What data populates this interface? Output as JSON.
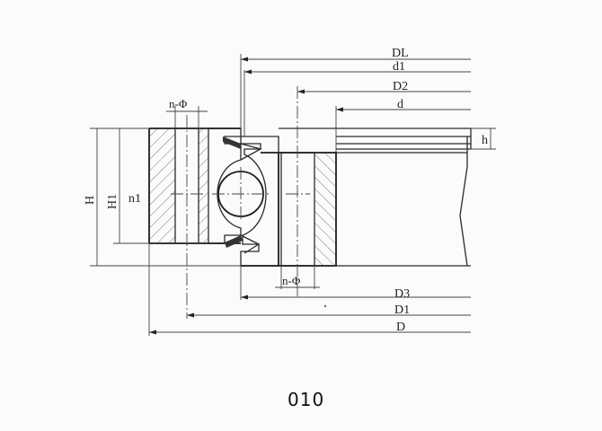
{
  "diagram": {
    "labels": {
      "DL": "DL",
      "d1": "d1",
      "D2": "D2",
      "d": "d",
      "h": "h",
      "n_phi_top": "n-Φ",
      "n_phi_bottom": "n-Φ",
      "H": "H",
      "H1": "H1",
      "n1": "n1",
      "D3": "D3",
      "D1": "D1",
      "D": "D"
    },
    "code": "010"
  }
}
